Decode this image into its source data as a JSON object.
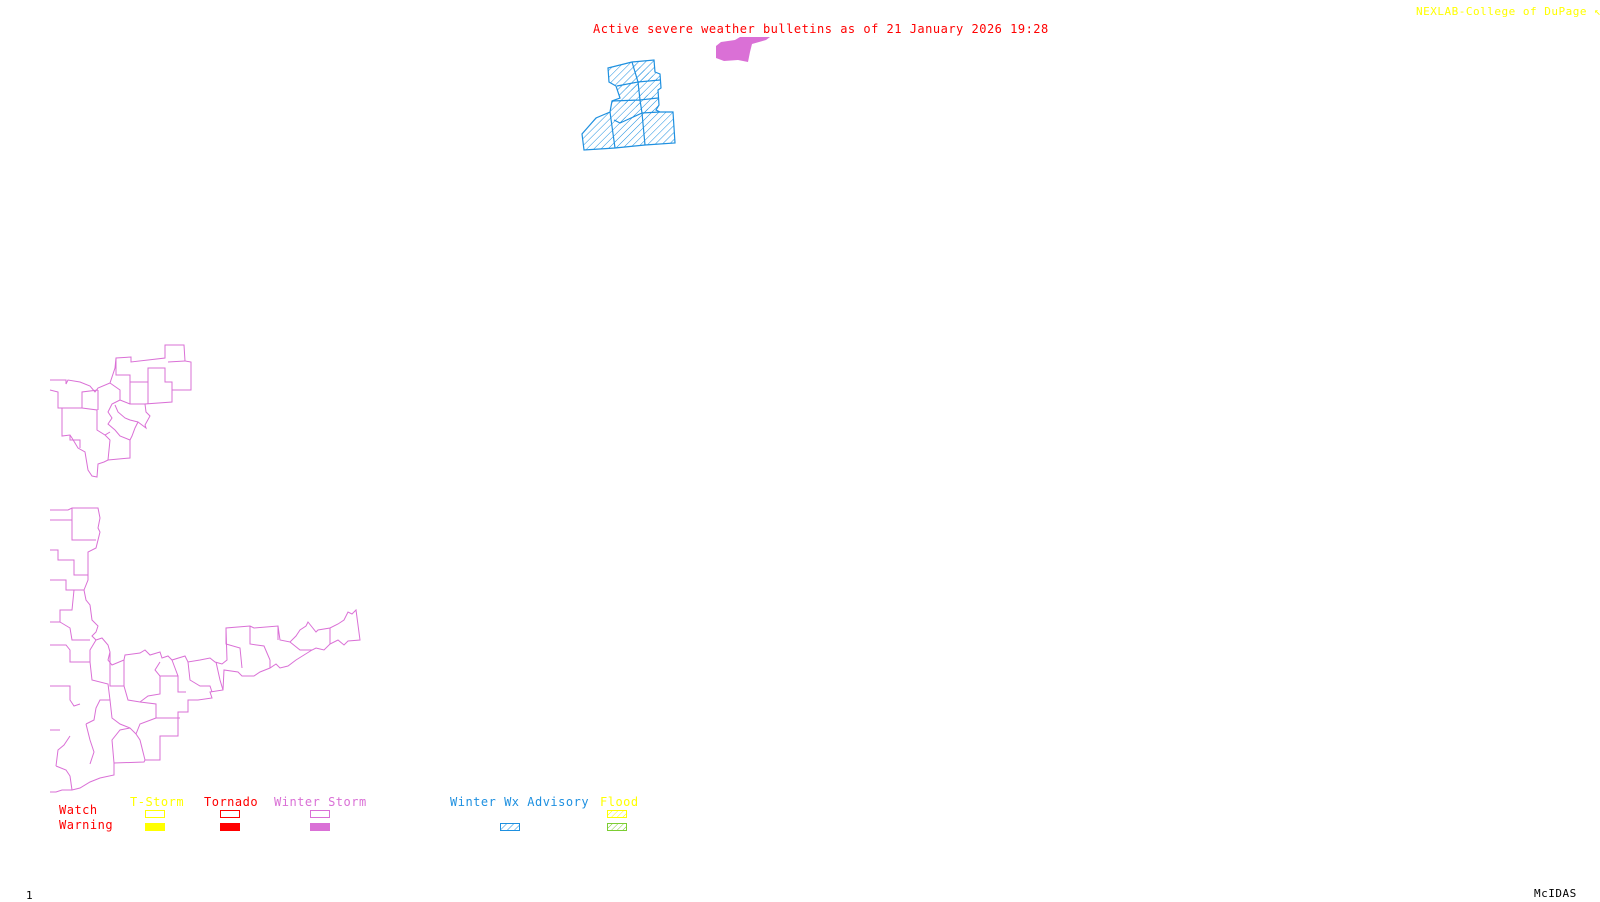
{
  "header": {
    "title": "Active severe weather bulletins as of 21 January 2026 19:28",
    "credit": "NEXLAB-College of DuPage",
    "credit_mark": "↖"
  },
  "footer": {
    "frame_number": "1",
    "software": "McIDAS"
  },
  "legend": {
    "row_labels": {
      "watch": "Watch",
      "warning": "Warning"
    },
    "categories": [
      {
        "key": "tstorm",
        "label": "T-Storm",
        "color": "#ffff00",
        "watch": "outline",
        "warning": "filled"
      },
      {
        "key": "tornado",
        "label": "Tornado",
        "color": "#ff0000",
        "watch": "outline",
        "warning": "filled"
      },
      {
        "key": "winter_storm",
        "label": "Winter Storm",
        "color": "#da70d6",
        "watch": "outline",
        "warning": "filled"
      },
      {
        "key": "winter_wx_advisory",
        "label": "Winter Wx Advisory",
        "color": "#1e90e0",
        "watch": null,
        "warning": "hatched"
      },
      {
        "key": "flood",
        "label": "Flood",
        "color": "#ffff00",
        "watch": "hatched",
        "warning": "hatched",
        "warning_color": "#7ccd32"
      }
    ]
  },
  "colors": {
    "title": "#ff0000",
    "credit": "#ffff00",
    "counties": "#da70d6",
    "advisory": "#1e90e0",
    "warning_fill": "#da70d6",
    "footer": "#000000"
  },
  "map": {
    "regions": [
      {
        "name": "winter-wx-advisory-area",
        "type": "Winter Wx Advisory"
      },
      {
        "name": "winter-storm-warning-area",
        "type": "Winter Storm Warning"
      },
      {
        "name": "county-outlines-north",
        "type": "Winter Storm Watch"
      },
      {
        "name": "county-outlines-south",
        "type": "Winter Storm Watch"
      }
    ]
  }
}
